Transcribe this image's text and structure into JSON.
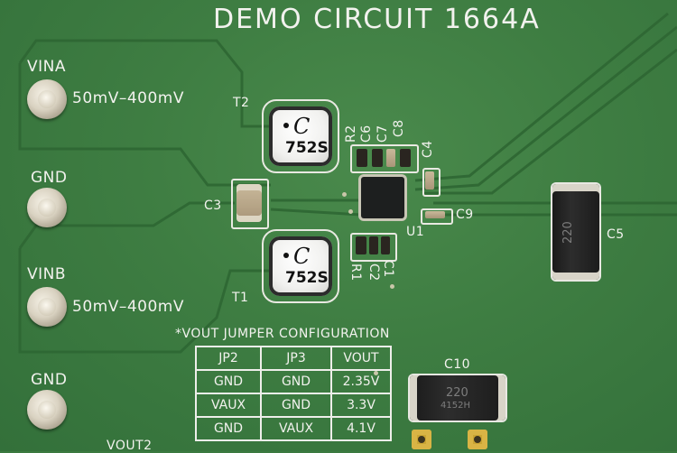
{
  "board_title": "DEMO CIRCUIT 1664A",
  "terminals": [
    {
      "label": "VINA",
      "range": "50mV–400mV"
    },
    {
      "label": "GND"
    },
    {
      "label": "VINB",
      "range": "50mV–400mV"
    },
    {
      "label": "GND"
    }
  ],
  "inductors": [
    {
      "ref": "T2",
      "logo": "C",
      "code": "752S"
    },
    {
      "ref": "T1",
      "logo": "C",
      "code": "752S"
    }
  ],
  "refdes": {
    "c3": "C3",
    "c4": "C4",
    "c5": "C5",
    "c6": "C6",
    "c7": "C7",
    "c8": "C8",
    "c9": "C9",
    "c10": "C10",
    "c1": "C1",
    "c2": "C2",
    "r1": "R1",
    "r2": "R2",
    "u1": "U1"
  },
  "cap_markings": {
    "c5": "220",
    "c10": "220",
    "c10_sub": "4152H"
  },
  "jumper_table": {
    "title": "*VOUT JUMPER CONFIGURATION",
    "headers": [
      "JP2",
      "JP3",
      "VOUT"
    ],
    "rows": [
      [
        "GND",
        "GND",
        "2.35V"
      ],
      [
        "VAUX",
        "GND",
        "3.3V"
      ],
      [
        "GND",
        "VAUX",
        "4.1V"
      ]
    ]
  },
  "vout2_label": "VOUT2",
  "colors": {
    "pcb": "#3e7d42",
    "silkscreen": "#f2f2ee",
    "trace": "#2f6a35"
  }
}
